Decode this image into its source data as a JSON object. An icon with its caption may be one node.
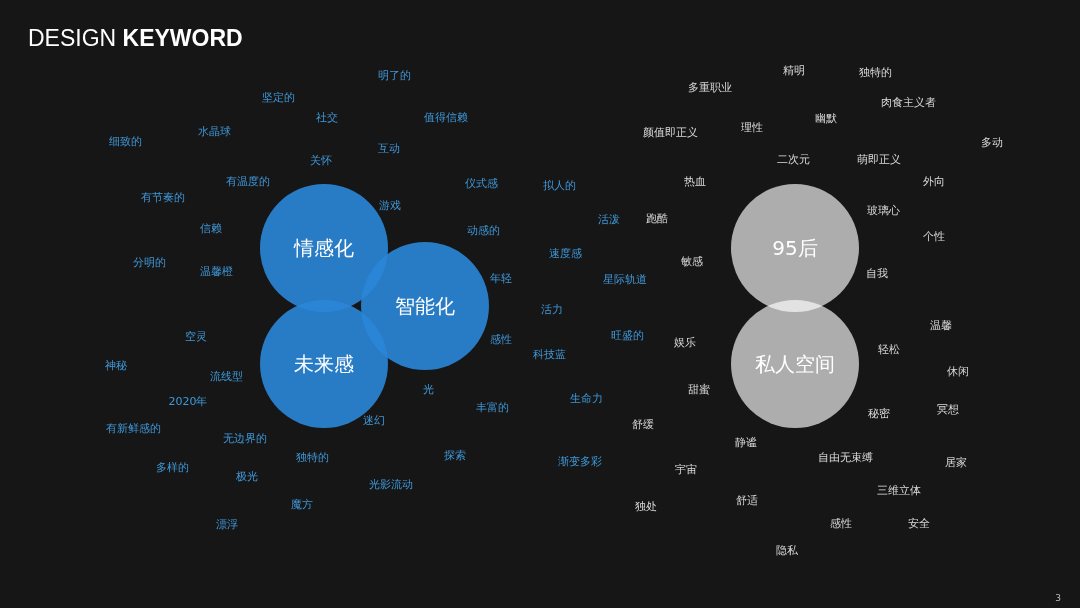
{
  "diagram": {
    "title": "DESIGN **KEYWORD**",
    "nodes": [
      {
        "text": [
          "情感化"
        ]
      },
      {
        "text": [
          "智能化"
        ]
      },
      {
        "text": [
          "未来感"
        ]
      },
      {
        "text": [
          "95后"
        ]
      },
      {
        "text": [
          "私人空间"
        ]
      }
    ],
    "labels": [
      "明了的",
      "坚定的",
      "社交",
      "值得信赖",
      "细致的",
      "水晶球",
      "互动",
      "关怀",
      "有温度的",
      "仪式感",
      "拟人的",
      "有节奏的",
      "游戏",
      "信赖",
      "动感的",
      "活泼",
      "分明的",
      "温馨橙",
      "速度感",
      "年轻",
      "星际轨道",
      "活力",
      "空灵",
      "感性",
      "旺盛的",
      "科技蓝",
      "神秘",
      "流线型",
      "光",
      "2020年",
      "生命力",
      "丰富的",
      "迷幻",
      "有新鲜感的",
      "无边界的",
      "独特的",
      "探索",
      "渐变多彩",
      "多样的",
      "极光",
      "光影流动",
      "魔方",
      "漂浮",
      "精明",
      "独特的",
      "多重职业",
      "肉食主义者",
      "幽默",
      "理性",
      "颜值即正义",
      "多动",
      "二次元",
      "萌即正义",
      "热血",
      "外向",
      "跑酷",
      "玻璃心",
      "个性",
      "敏感",
      "自我",
      "温馨",
      "娱乐",
      "轻松",
      "休闲",
      "甜蜜",
      "舒缓",
      "秘密",
      "冥想",
      "静谧",
      "自由无束缚",
      "宇宙",
      "居家",
      "三维立体",
      "舒适",
      "独处",
      "感性",
      "安全",
      "隐私",
      "3"
    ]
  }
}
